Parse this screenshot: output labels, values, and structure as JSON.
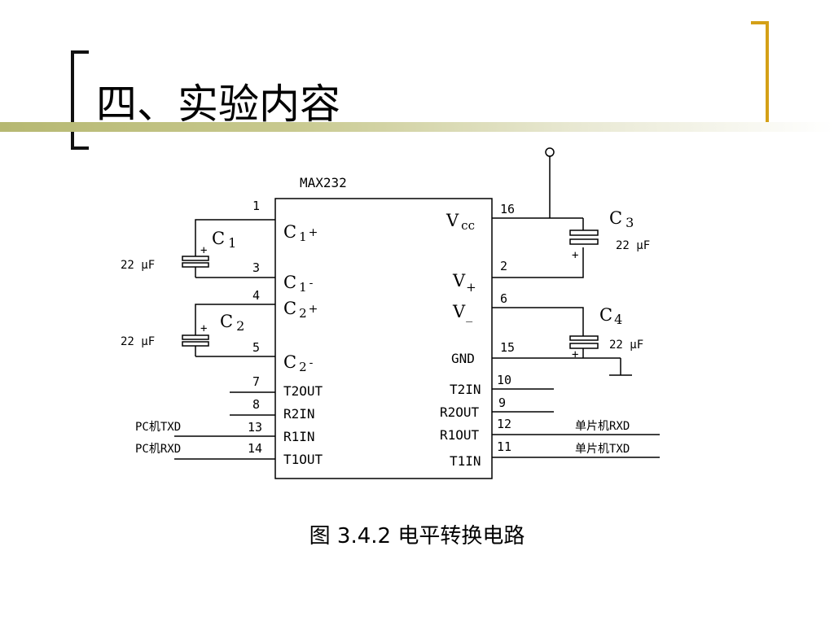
{
  "slide": {
    "title": "四、实验内容",
    "caption": "图 3.4.2 电平转换电路"
  },
  "chip": {
    "name": "MAX232"
  },
  "left_pins": [
    {
      "num": "1",
      "label": "C",
      "sub": "1",
      "sup": "+"
    },
    {
      "num": "3",
      "label": "C",
      "sub": "1",
      "sup": "-"
    },
    {
      "num": "4",
      "label": "C",
      "sub": "2",
      "sup": "+"
    },
    {
      "num": "5",
      "label": "C",
      "sub": "2",
      "sup": "-"
    },
    {
      "num": "7",
      "label": "T2OUT"
    },
    {
      "num": "8",
      "label": "R2IN"
    },
    {
      "num": "13",
      "label": "R1IN"
    },
    {
      "num": "14",
      "label": "T1OUT"
    }
  ],
  "right_pins": [
    {
      "num": "16",
      "label": "V",
      "sub": "cc"
    },
    {
      "num": "2",
      "label": "V",
      "sub": "+"
    },
    {
      "num": "6",
      "label": "V",
      "sub": "_"
    },
    {
      "num": "15",
      "label": "GND"
    },
    {
      "num": "10",
      "label": "T2IN"
    },
    {
      "num": "9",
      "label": "R2OUT"
    },
    {
      "num": "12",
      "label": "R1OUT"
    },
    {
      "num": "11",
      "label": "T1IN"
    }
  ],
  "capacitors": [
    {
      "name": "C",
      "sub": "1",
      "value": "22 μF",
      "plus": "+"
    },
    {
      "name": "C",
      "sub": "2",
      "value": "22 μF",
      "plus": "+"
    },
    {
      "name": "C",
      "sub": "3",
      "value": "22 μF",
      "plus": "+"
    },
    {
      "name": "C",
      "sub": "4",
      "value": "22 μF",
      "plus": "+"
    }
  ],
  "external": {
    "pc_txd": "PC机TXD",
    "pc_rxd": "PC机RXD",
    "mcu_rxd": "单片机RXD",
    "mcu_txd": "单片机TXD"
  }
}
